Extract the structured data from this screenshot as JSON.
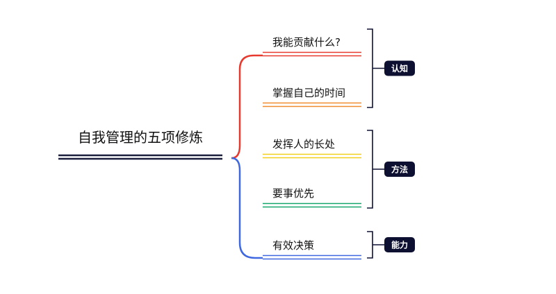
{
  "root": {
    "title": "自我管理的五项修炼",
    "line_color": "#1b1f3b"
  },
  "branches": [
    {
      "label": "我能贡献什么?",
      "color": "#e8392f"
    },
    {
      "label": "掌握自己的时间",
      "color": "#f08a2c"
    },
    {
      "label": "发挥人的长处",
      "color": "#f2cf1c"
    },
    {
      "label": "要事优先",
      "color": "#13a66a"
    },
    {
      "label": "有效决策",
      "color": "#3f68e0"
    }
  ],
  "curve_colors": {
    "upper": "#e8392f",
    "lower": "#3f68e0"
  },
  "groups": [
    {
      "label": "认知",
      "from": 0,
      "to": 1
    },
    {
      "label": "方法",
      "from": 2,
      "to": 3
    },
    {
      "label": "能力",
      "from": 4,
      "to": 4
    }
  ],
  "group_style": {
    "bracket_color": "#0d1030",
    "tag_bg": "#0d1030"
  }
}
